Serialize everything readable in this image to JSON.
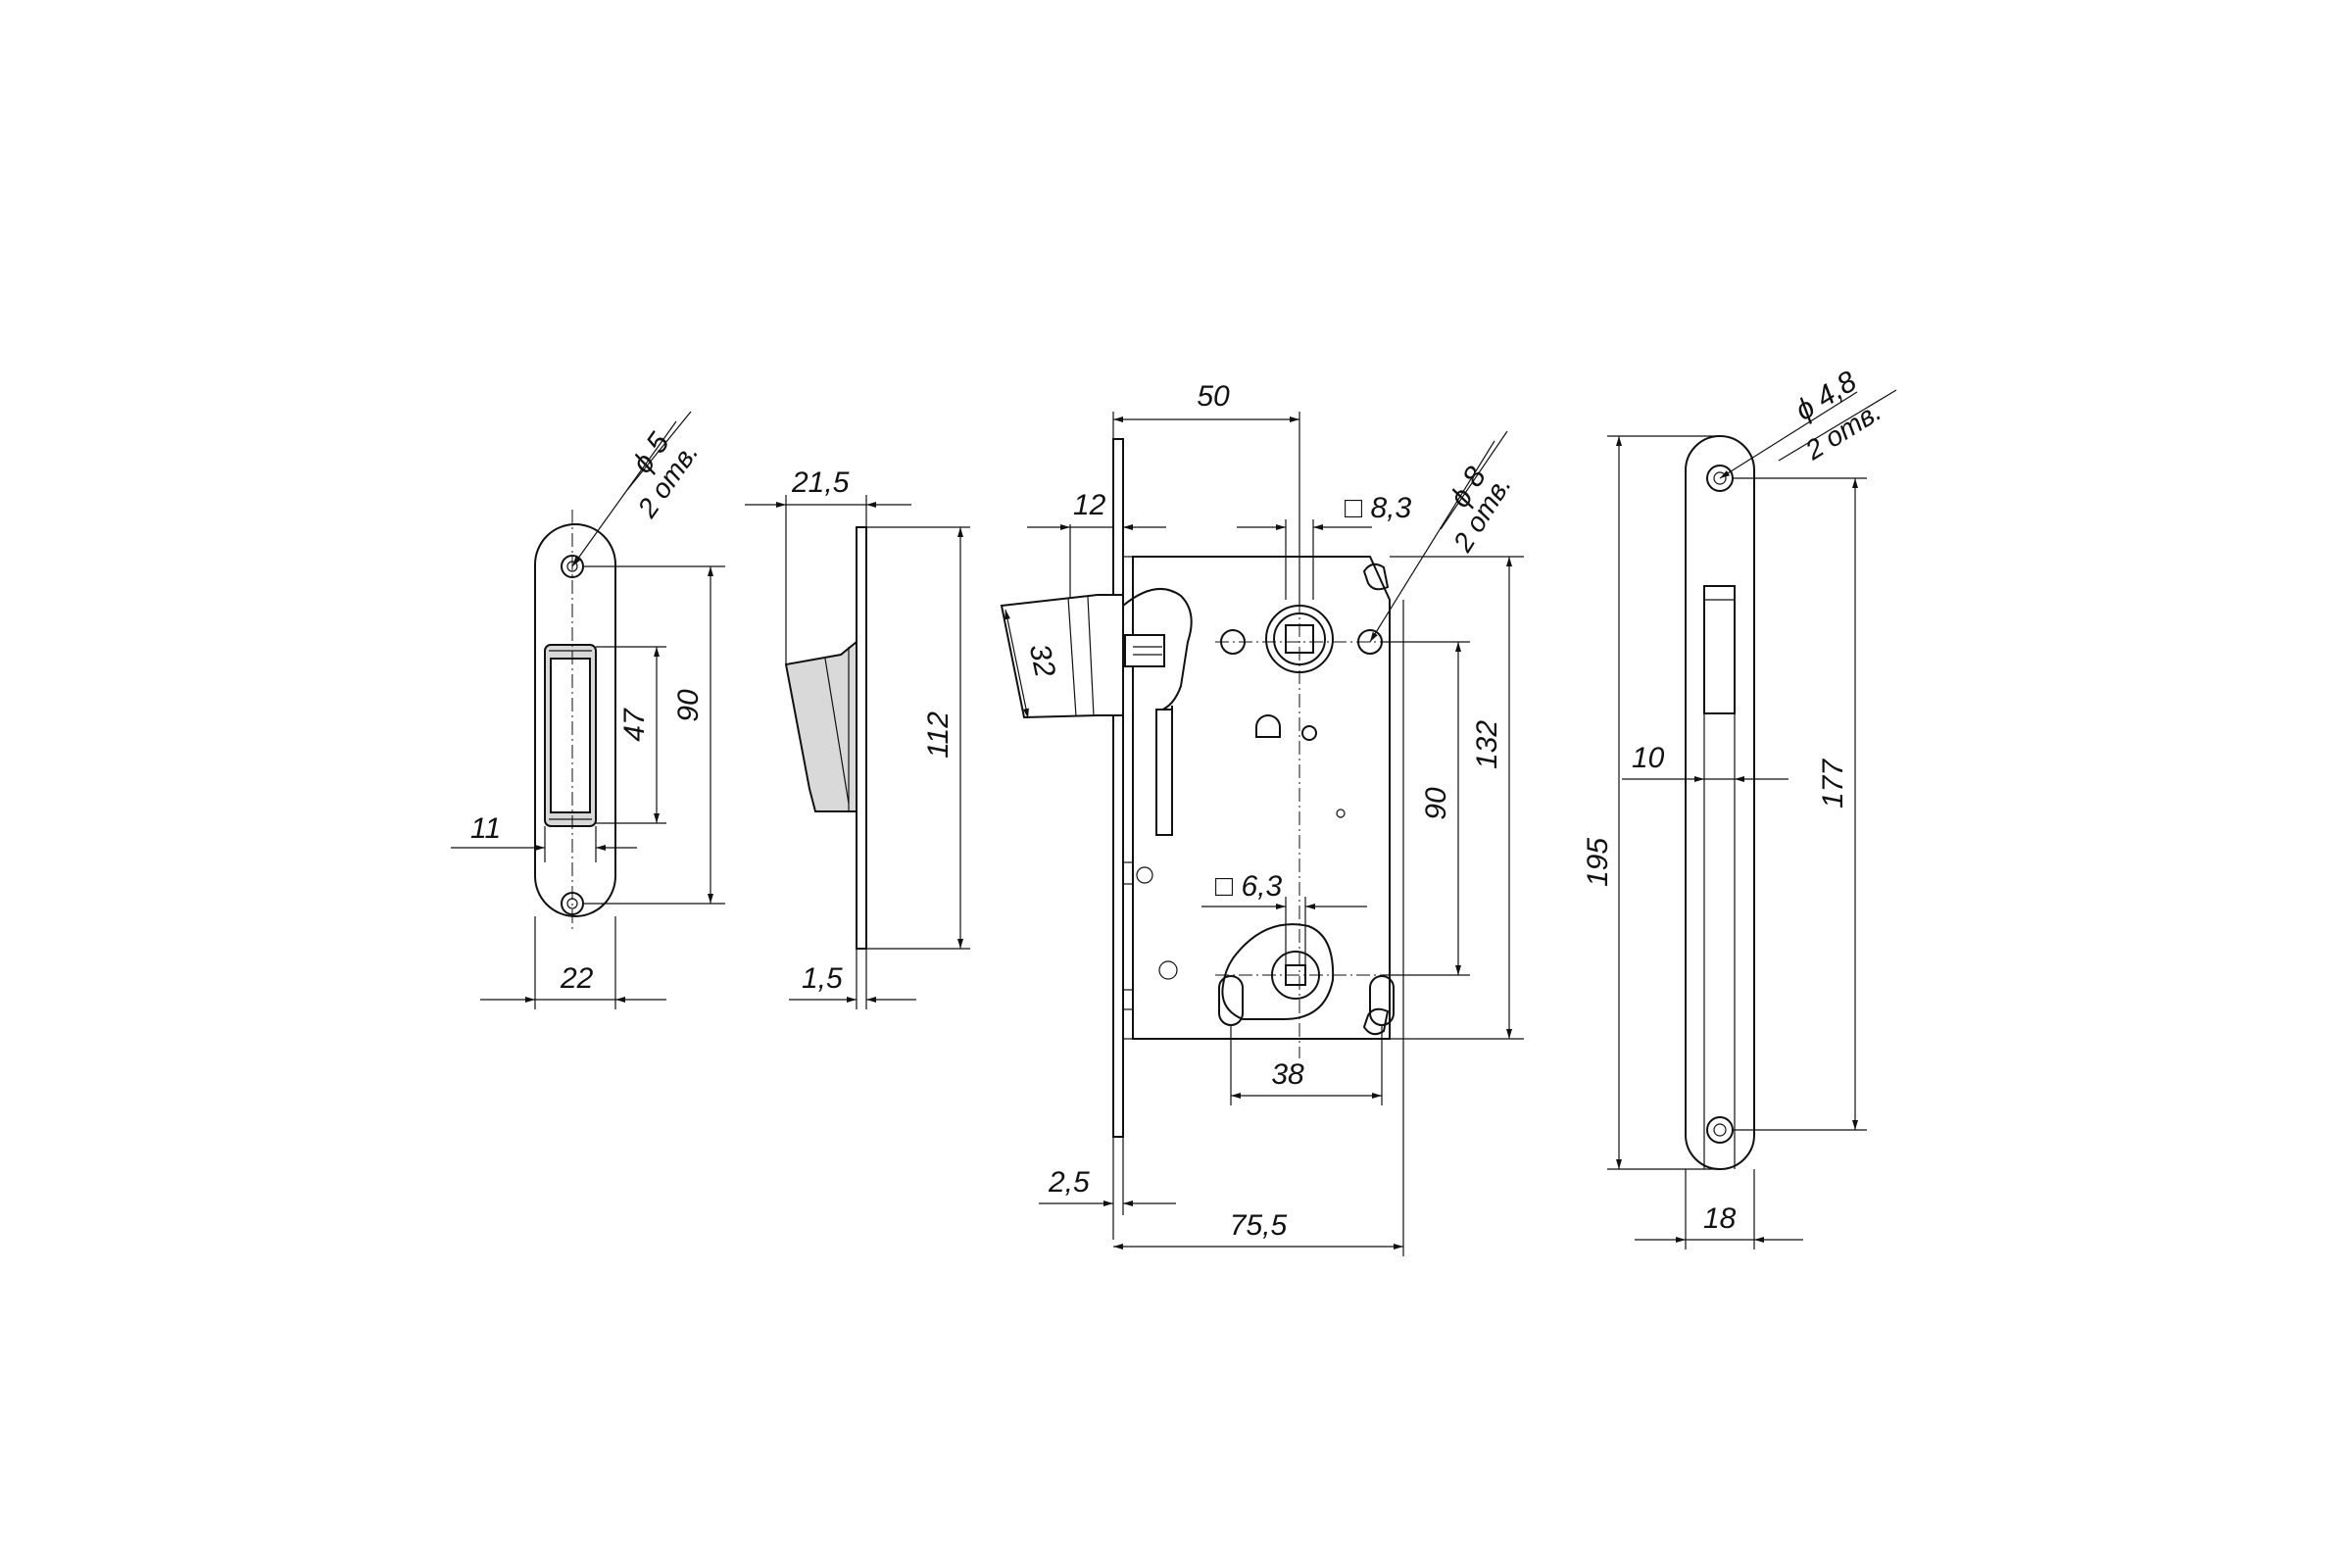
{
  "dimensions": {
    "strike_hole_dia": "ϕ 5",
    "strike_hole_count": "2 отв.",
    "strike_height": "90",
    "strike_slot": "47",
    "strike_offset": "11",
    "strike_width": "22",
    "side_depth": "21,5",
    "side_height": "112",
    "side_plate": "1,5",
    "latch_projection": "12",
    "latch_height": "32",
    "backset": "50",
    "spindle_square": "□ 8,3",
    "mount_hole_dia": "ϕ 8",
    "mount_hole_count": "2 отв.",
    "body_height": "132",
    "center_distance": "90",
    "thumb_square": "□ 6,3",
    "lower_spacing": "38",
    "faceplate_thickness": "2,5",
    "body_depth": "75,5",
    "front_hole_dia": "ϕ 4,8",
    "front_hole_count": "2 отв.",
    "front_width": "10",
    "front_height": "195",
    "front_holes_spacing": "177",
    "front_plate_width": "18"
  }
}
